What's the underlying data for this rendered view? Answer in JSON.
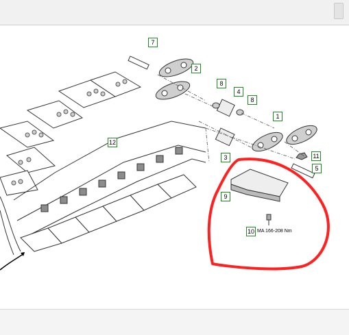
{
  "callouts": {
    "c1": "1",
    "c2": "2",
    "c3": "3",
    "c4": "4",
    "c5": "5",
    "c7": "7",
    "c8a": "8",
    "c8b": "8",
    "c9": "9",
    "c10": "10",
    "c11": "11",
    "c12": "12"
  },
  "torque_label": "MA 166-208 Nm",
  "colors": {
    "callout_border": "#1a8a1a",
    "highlight_stroke": "#ff2020",
    "line_art": "#333333"
  }
}
